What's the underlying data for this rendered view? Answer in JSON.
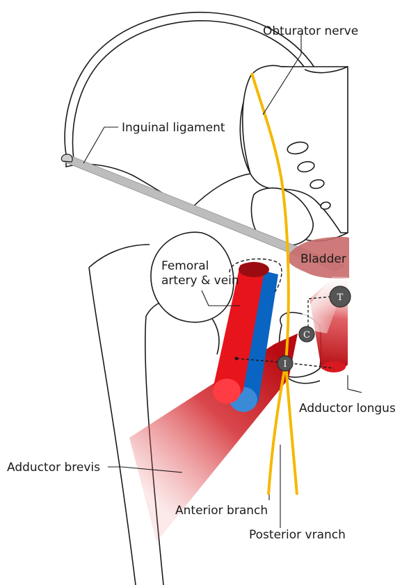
{
  "labels": {
    "obturator_nerve": "Obturator nerve",
    "inguinal_ligament": "Inguinal ligament",
    "femoral_vessels_line1": "Femoral",
    "femoral_vessels_line2": "artery & vein",
    "bladder": "Bladder",
    "adductor_longus": "Adductor longus",
    "adductor_brevis": "Adductor brevis",
    "anterior_branch": "Anterior branch",
    "posterior_branch": "Posterior vranch"
  },
  "markers": {
    "t": "T",
    "c": "C",
    "i": "I"
  },
  "colors": {
    "nerve": "#f5b800",
    "artery": "#e8141c",
    "vein": "#0a64c2",
    "ligament": "#bdbdbd",
    "bladder": "#c96c6c",
    "muscle": "#c81418",
    "marker": "#555555"
  }
}
